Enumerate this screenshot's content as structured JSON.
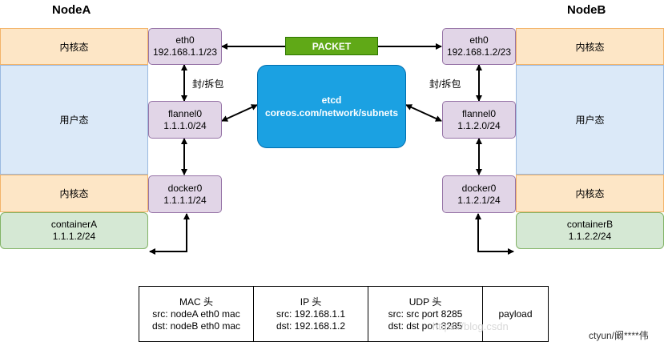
{
  "node_a": {
    "title": "NodeA",
    "kernel_top": "内核态",
    "user": "用户态",
    "kernel_bottom": "内核态",
    "container": {
      "name": "containerA",
      "ip": "1.1.1.2/24"
    },
    "eth0": {
      "name": "eth0",
      "ip": "192.168.1.1/23"
    },
    "flannel0": {
      "name": "flannel0",
      "ip": "1.1.1.0/24"
    },
    "docker0": {
      "name": "docker0",
      "ip": "1.1.1.1/24"
    },
    "encap_label": "封/拆包"
  },
  "node_b": {
    "title": "NodeB",
    "kernel_top": "内核态",
    "user": "用户态",
    "kernel_bottom": "内核态",
    "container": {
      "name": "containerB",
      "ip": "1.1.2.2/24"
    },
    "eth0": {
      "name": "eth0",
      "ip": "192.168.1.2/23"
    },
    "flannel0": {
      "name": "flannel0",
      "ip": "1.1.2.0/24"
    },
    "docker0": {
      "name": "docker0",
      "ip": "1.1.2.1/24"
    },
    "encap_label": "封/拆包"
  },
  "packet": "PACKET",
  "etcd": {
    "name": "etcd",
    "path": "coreos.com/network/subnets"
  },
  "headers": {
    "mac": {
      "title": "MAC 头",
      "src": "src: nodeA eth0 mac",
      "dst": "dst: nodeB eth0 mac"
    },
    "ip": {
      "title": "IP 头",
      "src": "src: 192.168.1.1",
      "dst": "dst: 192.168.1.2"
    },
    "udp": {
      "title": "UDP 头",
      "src": "src: src port 8285",
      "dst": "dst: dst port 8285"
    },
    "payload": "payload"
  },
  "watermark": "https://blog.csdn",
  "credit": "ctyun/阚****伟",
  "colors": {
    "kernel": "#fde6c6",
    "user": "#dbe9f8",
    "container": "#d5e8d4",
    "iface": "#e1d5e7",
    "etcd": "#1ba1e2",
    "packet": "#60a917"
  }
}
